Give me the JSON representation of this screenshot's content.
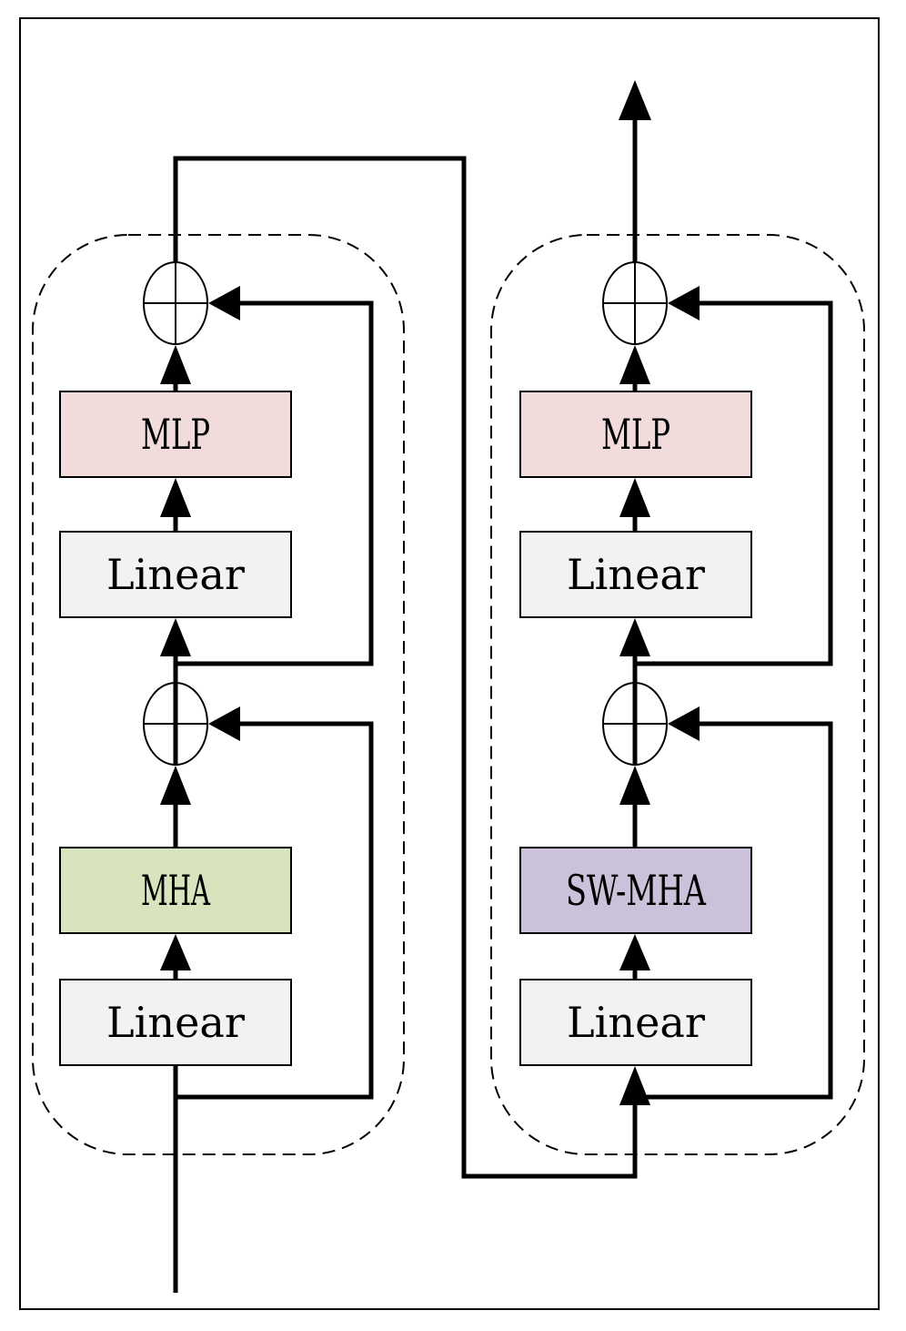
{
  "colors": {
    "mlp_fill": "#f2dcdb",
    "linear_fill": "#f2f2f2",
    "mha_fill": "#d7e4bd",
    "sw_mha_fill": "#ccc1da",
    "stroke": "#000000"
  },
  "left_block": {
    "mlp_label": "MLP",
    "linear_upper_label": "Linear",
    "mha_label": "MHA",
    "linear_lower_label": "Linear"
  },
  "right_block": {
    "mlp_label": "MLP",
    "linear_upper_label": "Linear",
    "sw_mha_label": "SW-MHA",
    "linear_lower_label": "Linear"
  }
}
